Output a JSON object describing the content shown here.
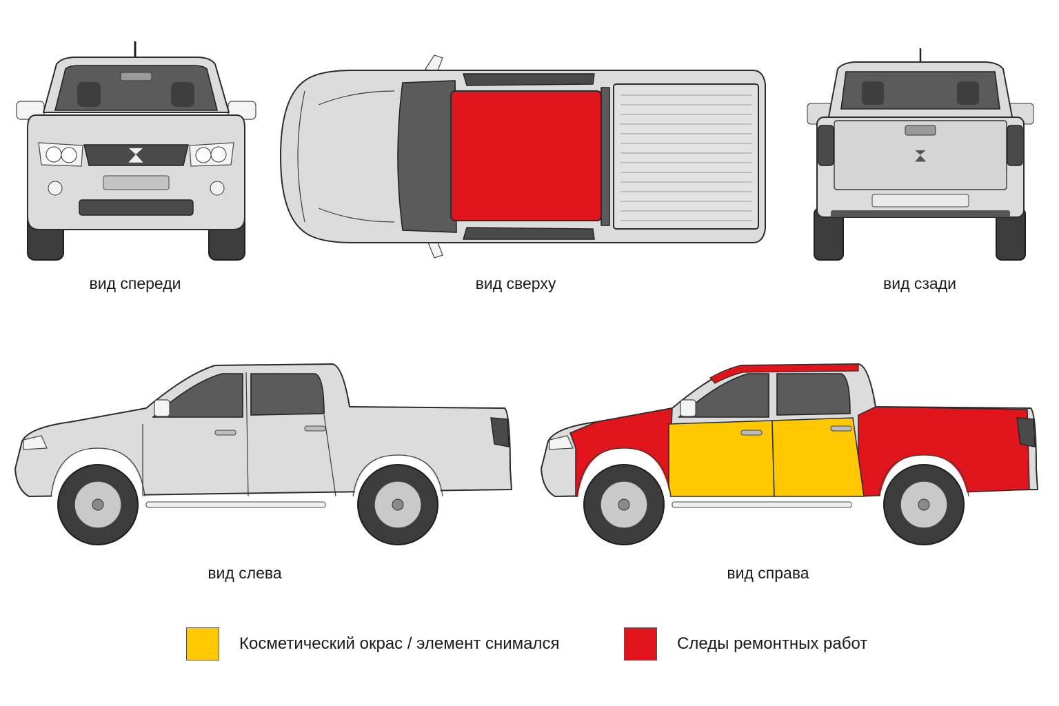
{
  "views": {
    "front": {
      "caption": "вид спереди"
    },
    "top": {
      "caption": "вид сверху"
    },
    "rear": {
      "caption": "вид сзади"
    },
    "left": {
      "caption": "вид слева"
    },
    "right": {
      "caption": "вид справа"
    }
  },
  "legend": [
    {
      "label": "Косметический окрас / элемент снимался",
      "color": "#ffc800"
    },
    {
      "label": "Следы ремонтных работ",
      "color": "#e0141b"
    }
  ],
  "colors": {
    "body": "#dcdcdc",
    "cosmetic_paint": "#ffc800",
    "repair_traces": "#e0141b"
  },
  "parts": {
    "roof": "repair",
    "right_front_fender": "repair",
    "right_front_door": "cosmetic",
    "right_rear_door": "cosmetic",
    "right_bed_side": "repair",
    "right_roof_rail": "repair"
  }
}
